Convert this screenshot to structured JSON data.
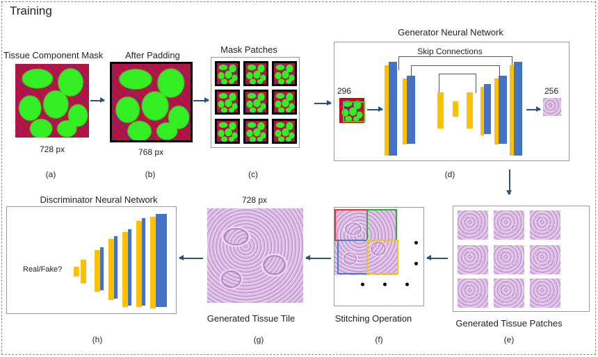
{
  "title": "Training",
  "labels": {
    "tissue_mask": "Tissue Component Mask",
    "after_padding": "After Padding",
    "mask_patches": "Mask Patches",
    "generator": "Generator Neural Network",
    "skip": "Skip Connections",
    "discriminator": "Discriminator Neural Network",
    "generated_tile": "Generated Tissue Tile",
    "stitching": "Stitching Operation",
    "generated_patches": "Generated Tissue Patches",
    "real_fake": "Real/Fake?",
    "px728a": "728 px",
    "px768": "768 px",
    "px728b": "728 px",
    "n296": "296",
    "n256": "256"
  },
  "captions": [
    "(a)",
    "(b)",
    "(c)",
    "(d)",
    "(e)",
    "(f)",
    "(g)",
    "(h)"
  ],
  "colors": {
    "encoder": "#4472c4",
    "decoder": "#ffc000",
    "mask_bg": "#c8102e",
    "mask_fg": "#33ee22"
  }
}
